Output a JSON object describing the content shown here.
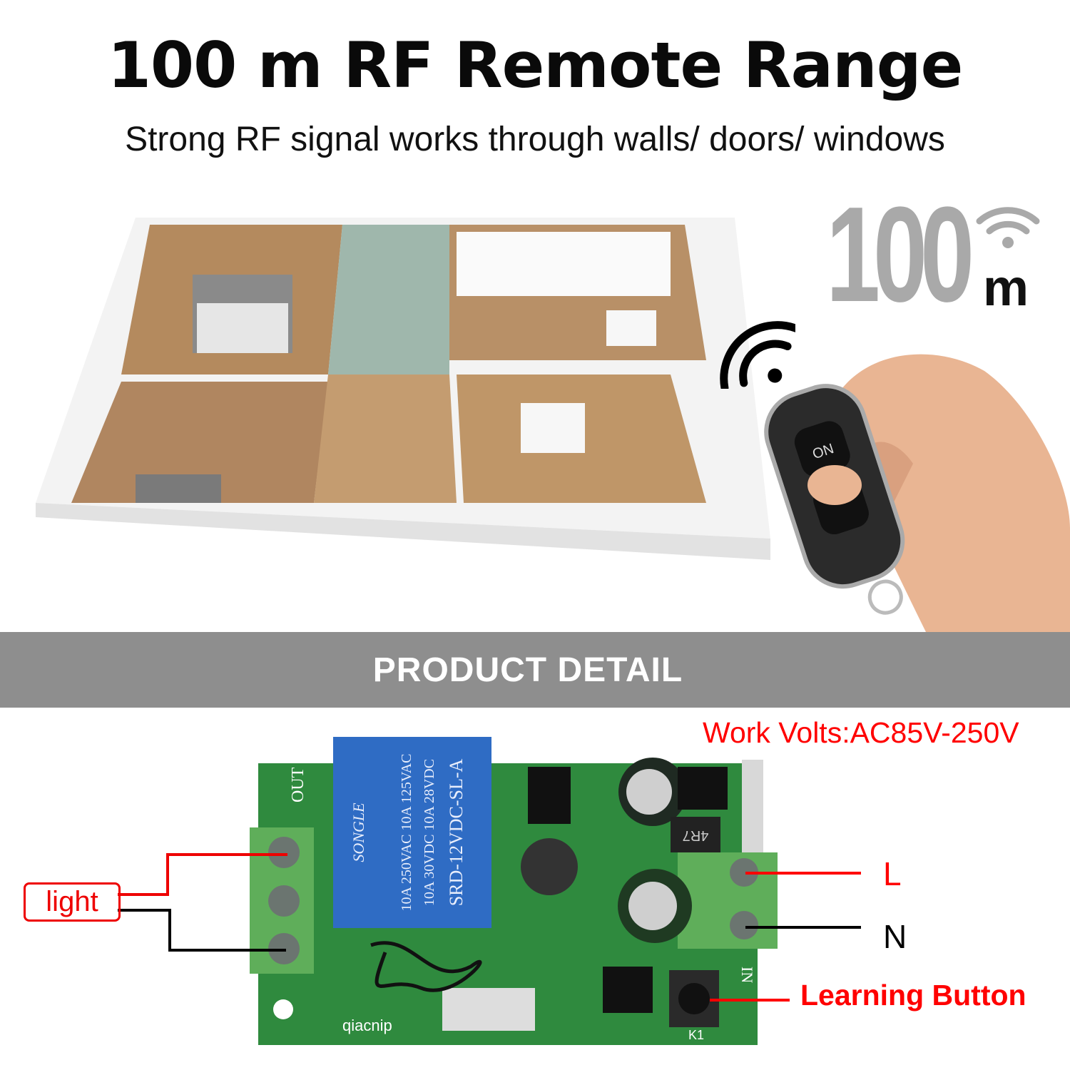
{
  "header": {
    "title": "100 m RF Remote Range",
    "subtitle": "Strong RF signal works through walls/ doors/ windows"
  },
  "range_badge": {
    "number": "100",
    "unit": "m",
    "icon": "wifi-signal-icon"
  },
  "remote": {
    "button_label": "ON",
    "icon": "wifi-signal-icon"
  },
  "band": {
    "label": "PRODUCT DETAIL"
  },
  "product": {
    "work_volts": "Work Volts:AC85V-250V",
    "labels": {
      "light": "light",
      "L": "L",
      "N": "N",
      "learning_button": "Learning Button"
    },
    "relay": {
      "brand": "SONGLE",
      "rating1": "10A 250VAC  10A 125VAC",
      "rating2": "10A 30VDC  10A 28VDC",
      "model": "SRD-12VDC-SL-A"
    },
    "board_marks": {
      "out": "OUT",
      "in": "IN",
      "k1": "K1",
      "chip": "qiacnip",
      "inductor": "4R7"
    }
  },
  "colors": {
    "accent_red": "#ff0000",
    "band_gray": "#8e8e8e",
    "pcb_green": "#2f8a3e",
    "relay_blue": "#2f6cc4",
    "terminal_green": "#5fae5a"
  }
}
